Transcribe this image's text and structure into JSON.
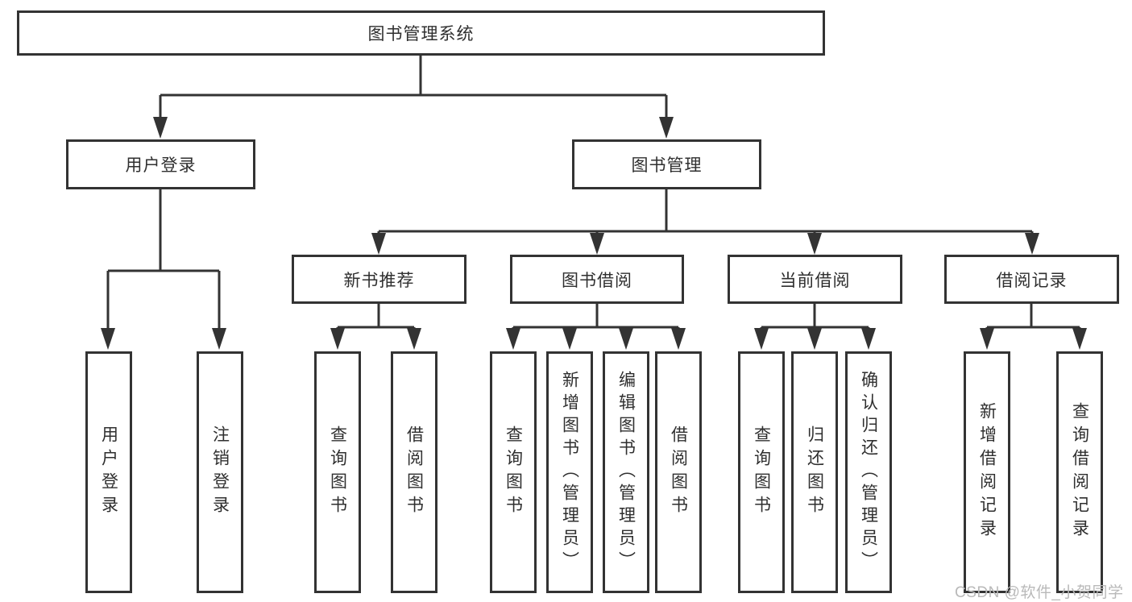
{
  "diagram": {
    "root": {
      "label": "图书管理系统"
    },
    "branches": {
      "user_login": {
        "label": "用户登录",
        "children": {
          "login": "用户登录",
          "logout": "注销登录"
        }
      },
      "book_management": {
        "label": "图书管理",
        "sections": {
          "new_book": {
            "label": "新书推荐",
            "children": {
              "query": "查询图书",
              "borrow": "借阅图书"
            }
          },
          "book_borrow": {
            "label": "图书借阅",
            "children": {
              "query": "查询图书",
              "add": "新增图书（管理员）",
              "edit": "编辑图书（管理员）",
              "borrow": "借阅图书"
            }
          },
          "current_borrow": {
            "label": "当前借阅",
            "children": {
              "query": "查询图书",
              "return": "归还图书",
              "confirm": "确认归还（管理员）"
            }
          },
          "borrow_record": {
            "label": "借阅记录",
            "children": {
              "add": "新增借阅记录",
              "query": "查询借阅记录"
            }
          }
        }
      }
    }
  },
  "watermark": {
    "text": "CSDN @软件_小贺同学"
  },
  "colors": {
    "line": "#333333",
    "text": "#2f2f2f",
    "watermark": "#b9b9b9",
    "background": "#ffffff"
  }
}
